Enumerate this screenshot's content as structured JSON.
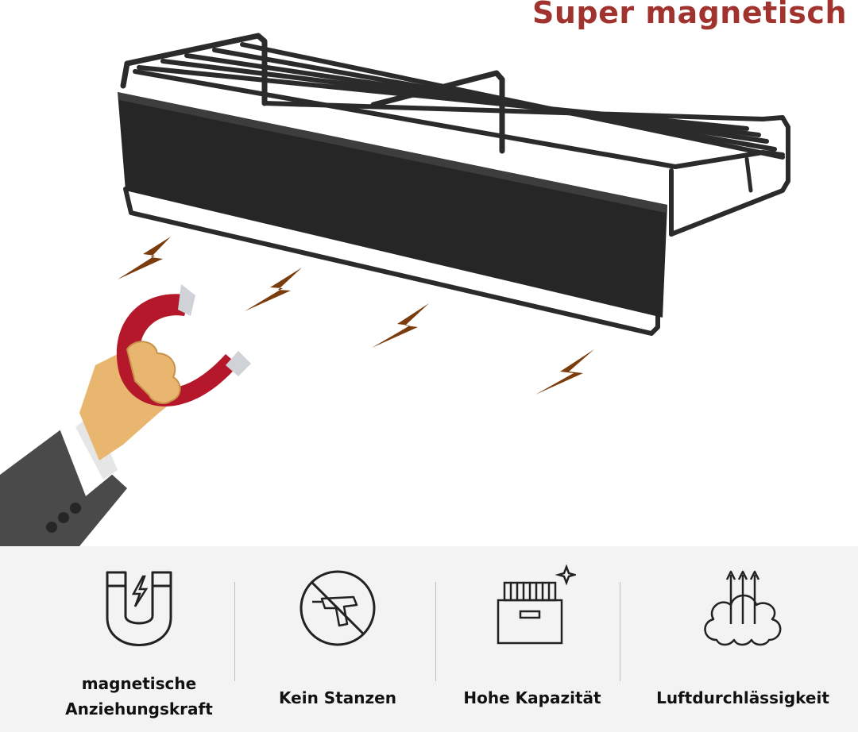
{
  "headline": {
    "text": "Super magnetisch",
    "color": "#a1332e"
  },
  "hero": {
    "product": "black-wire-shelf-icon",
    "hand": "hand-holding-magnet-icon",
    "bolt_color": "#7a3c0c"
  },
  "features": [
    {
      "icon": "horseshoe-magnet-icon",
      "label_line1": "magnetische",
      "label_line2": "Anziehungskraft"
    },
    {
      "icon": "no-drill-icon",
      "label": "Kein Stanzen"
    },
    {
      "icon": "storage-box-icon",
      "label": "Hohe Kapazität"
    },
    {
      "icon": "airflow-cloud-icon",
      "label": "Luftdurchlässigkeit"
    }
  ]
}
